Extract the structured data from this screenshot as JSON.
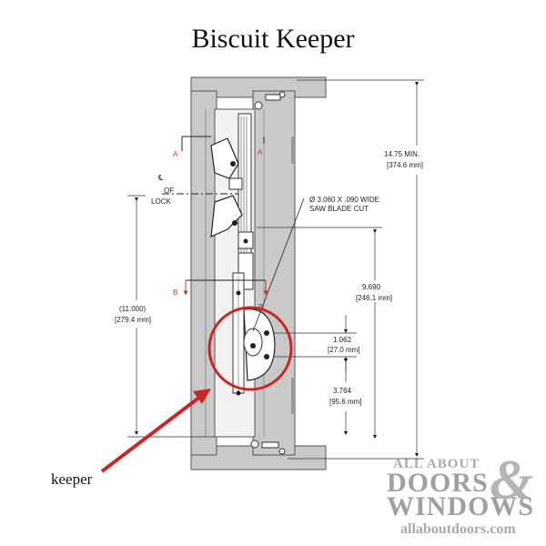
{
  "title": "Biscuit Keeper",
  "labels": {
    "cl_symbol": "℄",
    "of": "OF",
    "lock": "LOCK",
    "section_a": "A",
    "section_b": "B",
    "cut_line1": "Ø 3.060 X .090 WIDE",
    "cut_line2": "SAW BLADE CUT",
    "keeper": "keeper"
  },
  "dimensions": {
    "overall_in": "14.75  MIN.",
    "overall_mm": "[374.6 mm]",
    "d9690_in": "9.690",
    "d9690_mm": "[246.1 mm]",
    "d11000_in": "(11.000)",
    "d11000_mm": "[279.4 mm]",
    "d1062_in": "1.062",
    "d1062_mm": "[27.0 mm]",
    "d3764_in": "3.764",
    "d3764_mm": "[95.6 mm]"
  },
  "watermark": {
    "line1": "ALL ABOUT",
    "line2": "DOORS",
    "amp": "&",
    "line3": "WINDOWS",
    "url": "allaboutdoors.com"
  },
  "colors": {
    "panel": "#c9c9c9",
    "panel_dark": "#aaaaaa",
    "highlight": "#c62828",
    "section_marker": "#c0392b"
  }
}
